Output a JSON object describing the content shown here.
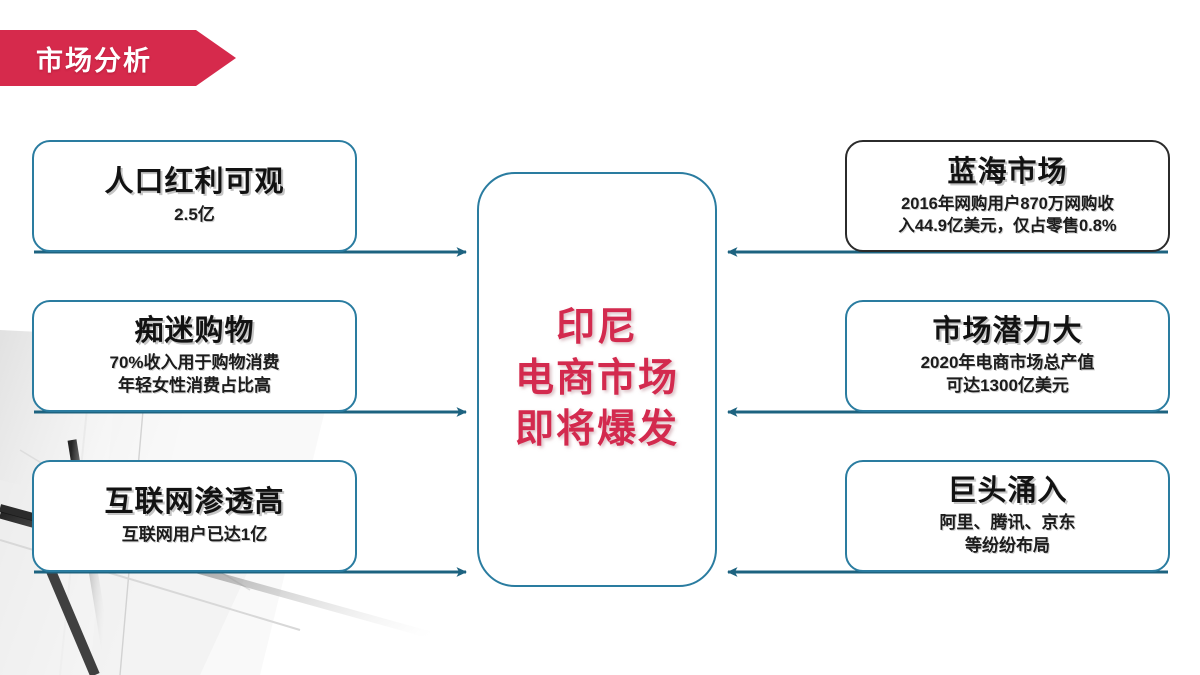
{
  "banner": {
    "label": "市场分析",
    "color": "#d62a4c"
  },
  "hub": {
    "line1": "印尼",
    "line2": "电商市场",
    "line3": "即将爆发",
    "text_color": "#d32a4e",
    "border_color": "#2a7ca0"
  },
  "colors": {
    "accent_red": "#d62a4c",
    "border_teal": "#2a7ca0",
    "arrow_teal": "#1d6380",
    "border_dark": "#2b2b2b",
    "background": "#ffffff"
  },
  "left_nodes": [
    {
      "title": "人口红利可观",
      "sub_lines": [
        "2.5亿"
      ],
      "border": "teal"
    },
    {
      "title": "痴迷购物",
      "sub_lines": [
        "70%收入用于购物消费",
        "年轻女性消费占比高"
      ],
      "border": "teal"
    },
    {
      "title": "互联网渗透高",
      "sub_lines": [
        "互联网用户已达1亿"
      ],
      "border": "teal"
    }
  ],
  "right_nodes": [
    {
      "title": "蓝海市场",
      "sub_lines": [
        "2016年网购用户870万网购收",
        "入44.9亿美元，仅占零售0.8%"
      ],
      "border": "dark"
    },
    {
      "title": "市场潜力大",
      "sub_lines": [
        "2020年电商市场总产值",
        "可达1300亿美元"
      ],
      "border": "teal"
    },
    {
      "title": "巨头涌入",
      "sub_lines": [
        "阿里、腾讯、京东",
        "等纷纷布局"
      ],
      "border": "teal"
    }
  ],
  "arrows": {
    "direction_left_column": "points-right-to-hub",
    "direction_right_column": "points-left-to-hub",
    "count": 6
  }
}
